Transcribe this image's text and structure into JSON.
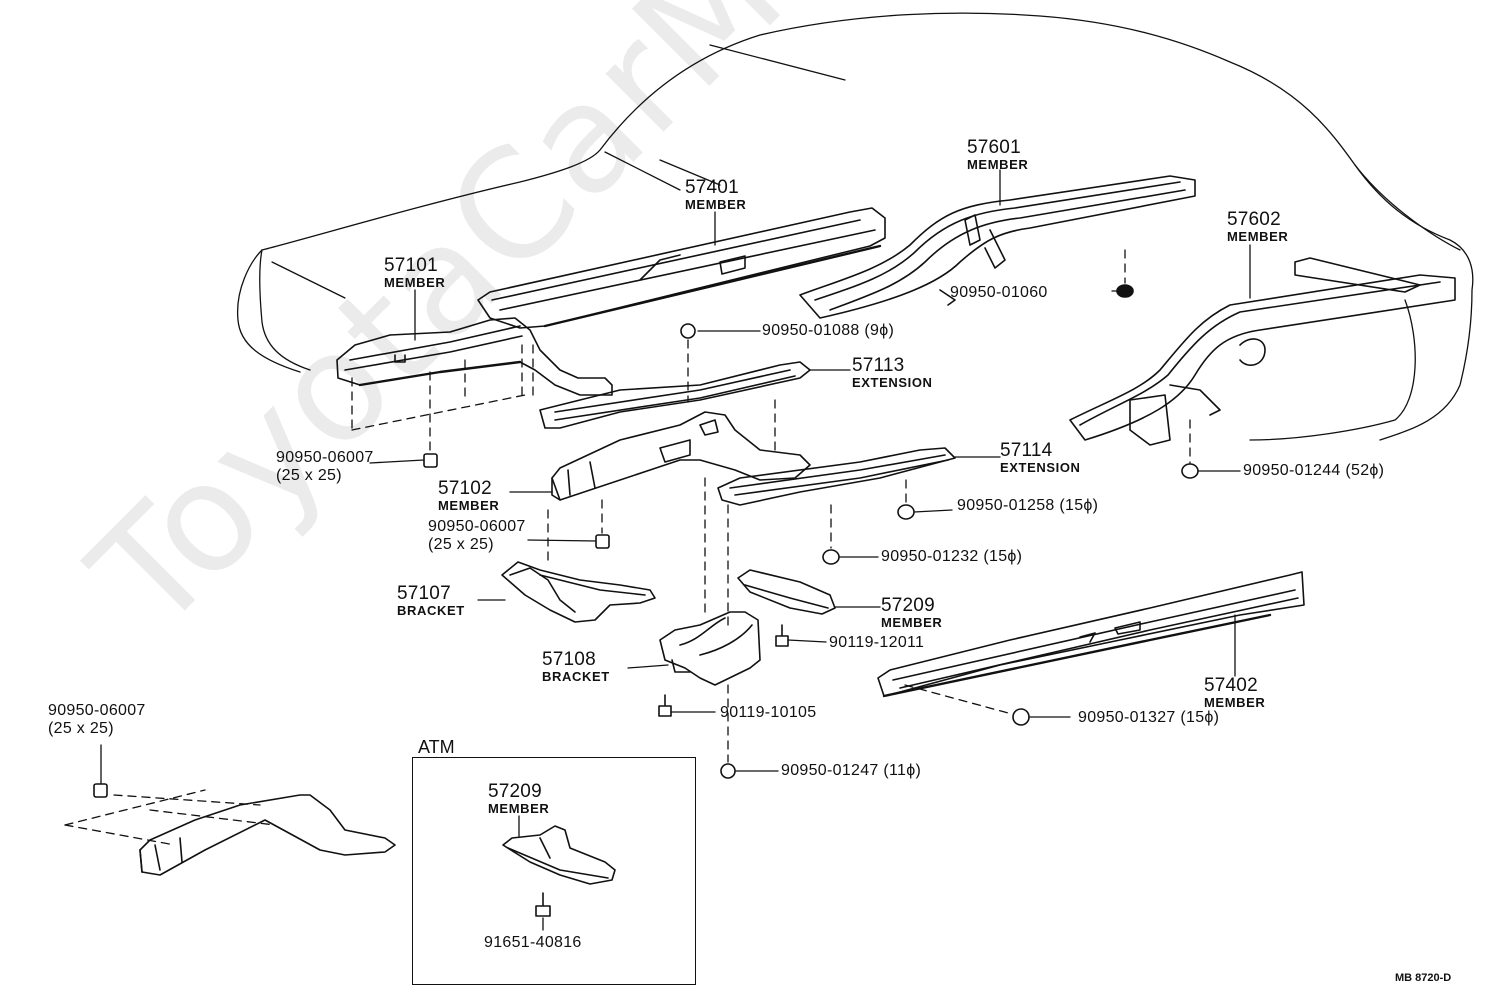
{
  "diagram": {
    "watermark": "ToyotaCarMine.ru",
    "drawing_code": "MB 8720-D",
    "parts": [
      {
        "number": "57401",
        "name": "MEMBER"
      },
      {
        "number": "57601",
        "name": "MEMBER"
      },
      {
        "number": "57101",
        "name": "MEMBER"
      },
      {
        "number": "57602",
        "name": "MEMBER"
      },
      {
        "number": "57113",
        "name": "EXTENSION"
      },
      {
        "number": "57114",
        "name": "EXTENSION"
      },
      {
        "number": "57102",
        "name": "MEMBER"
      },
      {
        "number": "57107",
        "name": "BRACKET"
      },
      {
        "number": "57209",
        "name": "MEMBER"
      },
      {
        "number": "57108",
        "name": "BRACKET"
      },
      {
        "number": "57402",
        "name": "MEMBER"
      }
    ],
    "fasteners": [
      {
        "part": "90950-01060",
        "size": ""
      },
      {
        "part": "90950-01088",
        "size": "(9ϕ)"
      },
      {
        "part": "90950-06007",
        "size": "(25 x 25)"
      },
      {
        "part": "90950-01244",
        "size": "(52ϕ)"
      },
      {
        "part": "90950-06007",
        "size": "(25 x 25)"
      },
      {
        "part": "90950-01258",
        "size": "(15ϕ)"
      },
      {
        "part": "90950-01232",
        "size": "(15ϕ)"
      },
      {
        "part": "90119-12011",
        "size": ""
      },
      {
        "part": "90119-10105",
        "size": ""
      },
      {
        "part": "90950-01327",
        "size": "(15ϕ)"
      },
      {
        "part": "90950-01247",
        "size": "(11ϕ)"
      },
      {
        "part": "90950-06007",
        "size": "(25 x 25)"
      }
    ],
    "atm_inset": {
      "title": "ATM",
      "part": {
        "number": "57209",
        "name": "MEMBER"
      },
      "fastener": {
        "part": "91651-40816"
      }
    }
  }
}
